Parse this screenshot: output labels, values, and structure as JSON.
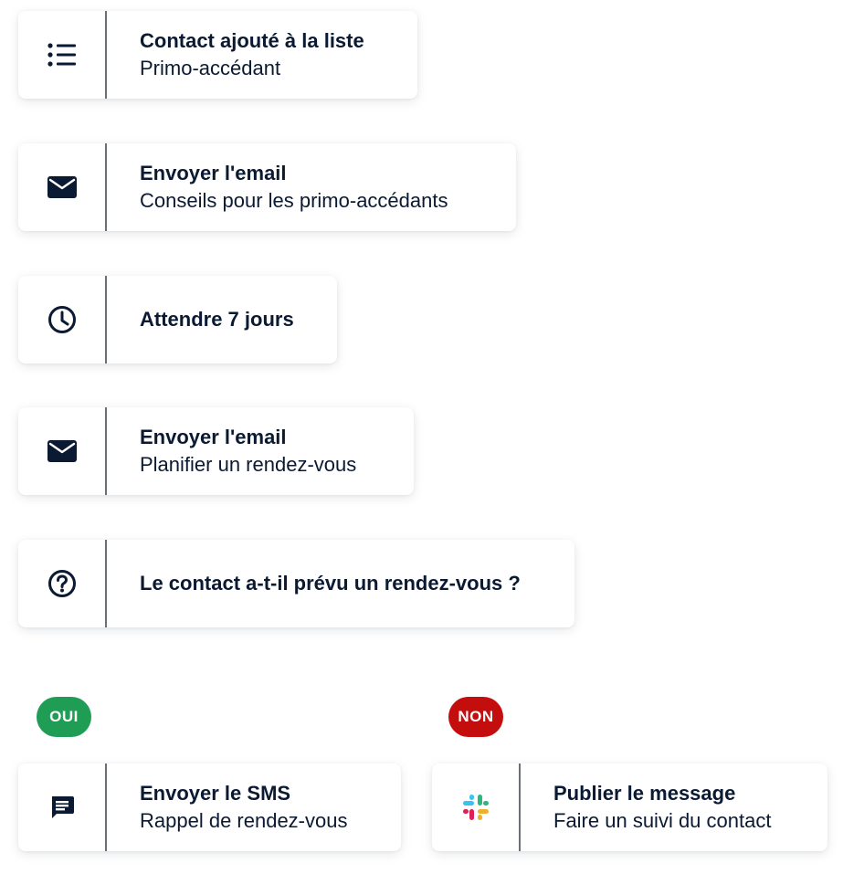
{
  "steps": [
    {
      "icon": "list-icon",
      "title": "Contact ajouté à la liste",
      "subtitle": "Primo-accédant"
    },
    {
      "icon": "mail-icon",
      "title": "Envoyer l'email",
      "subtitle": "Conseils pour les primo-accédants"
    },
    {
      "icon": "clock-icon",
      "title": "Attendre 7 jours",
      "subtitle": ""
    },
    {
      "icon": "mail-icon",
      "title": "Envoyer l'email",
      "subtitle": "Planifier un rendez-vous"
    },
    {
      "icon": "question-icon",
      "title": "Le contact a-t-il prévu un rendez-vous ?",
      "subtitle": ""
    }
  ],
  "branches": {
    "yes": {
      "badge": "OUI",
      "badge_color": "#1f9d55",
      "icon": "sms-icon",
      "title": "Envoyer le SMS",
      "subtitle": "Rappel de rendez-vous"
    },
    "no": {
      "badge": "NON",
      "badge_color": "#c40d0d",
      "icon": "slack-icon",
      "title": "Publier le message",
      "subtitle": "Faire un suivi du contact"
    }
  },
  "colors": {
    "text": "#0b1a33",
    "divider": "#6b6f76"
  }
}
